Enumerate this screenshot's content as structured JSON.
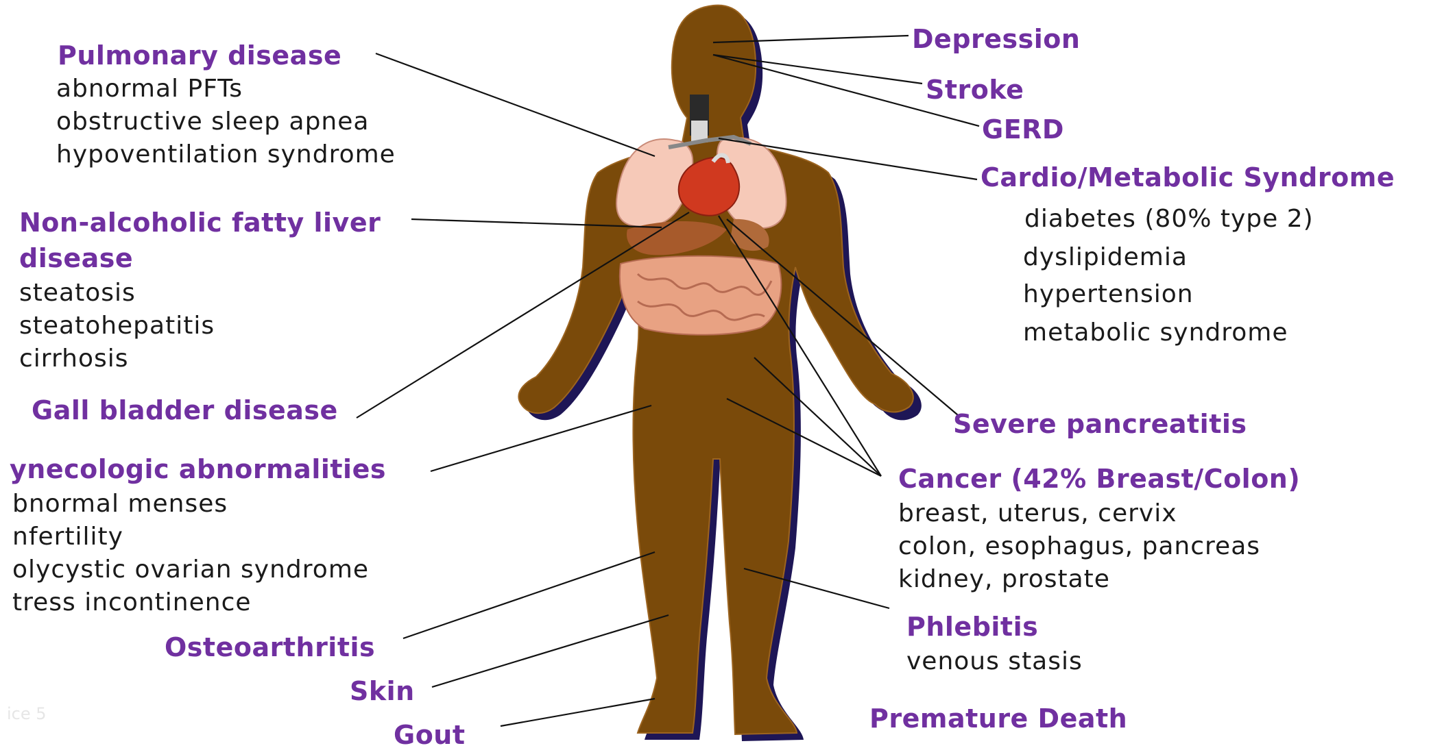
{
  "colors": {
    "body": "#7a4a0a",
    "shadow": "#1e1656",
    "heading": "#7030a0",
    "text": "#1a1a1a",
    "lung": "#f6c9b8",
    "heart": "#d0391f",
    "intestine": "#e8a283",
    "liver": "#a75a2b",
    "trachea": "#2a2a2a"
  },
  "labels": {
    "pulmonary": {
      "title": "Pulmonary disease",
      "items": [
        "abnormal PFTs",
        "obstructive sleep apnea",
        "hypoventilation syndrome"
      ]
    },
    "liver": {
      "title_line1": "Non-alcoholic fatty liver",
      "title_line2": "disease",
      "items": [
        "steatosis",
        "steatohepatitis",
        "cirrhosis"
      ]
    },
    "gallbladder": {
      "title": "Gall bladder disease"
    },
    "gynecologic": {
      "title": "ynecologic abnormalities",
      "items": [
        "bnormal menses",
        "nfertility",
        "olycystic ovarian syndrome",
        "tress incontinence"
      ]
    },
    "osteoarthritis": {
      "title": "Osteoarthritis"
    },
    "skin": {
      "title": "Skin"
    },
    "gout": {
      "title": "Gout"
    },
    "depression": {
      "title": "Depression"
    },
    "stroke": {
      "title": "Stroke"
    },
    "gerd": {
      "title": "GERD"
    },
    "cardio": {
      "title": "Cardio/Metabolic Syndrome",
      "items": [
        "diabetes (80% type 2)",
        "dyslipidemia",
        "hypertension",
        "metabolic syndrome"
      ]
    },
    "pancreatitis": {
      "title": "Severe pancreatitis"
    },
    "cancer": {
      "title": "Cancer (42% Breast/Colon)",
      "items": [
        "breast, uterus, cervix",
        "colon, esophagus, pancreas",
        "kidney, prostate"
      ]
    },
    "phlebitis": {
      "title": "Phlebitis",
      "items": [
        "venous stasis"
      ]
    },
    "death": {
      "title": "Premature Death"
    },
    "source": {
      "text": "ice 5"
    }
  }
}
